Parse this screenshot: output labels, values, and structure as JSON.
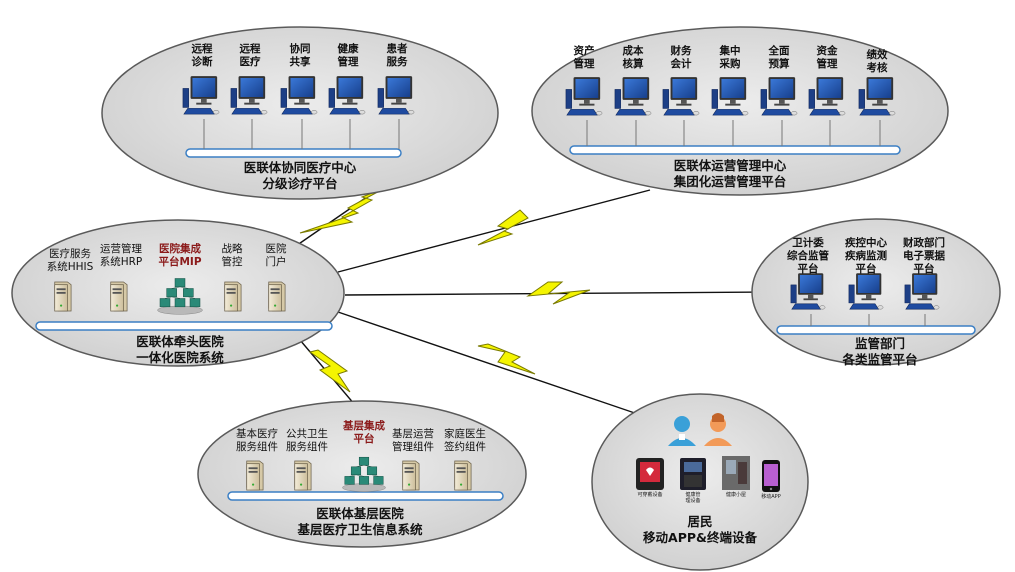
{
  "top_left": {
    "labels": [
      "远程\n诊断",
      "远程\n医疗",
      "协同\n共享",
      "健康\n管理",
      "患者\n服务"
    ],
    "caption": "医联体协同医疗中心\n分级诊疗平台"
  },
  "top_right": {
    "labels": [
      "资产\n管理",
      "成本\n核算",
      "财务\n会计",
      "集中\n采购",
      "全面\n预算",
      "资金\n管理",
      "绩效\n考核"
    ],
    "caption": "医联体运营管理中心\n集团化运营管理平台"
  },
  "hub": {
    "labels": [
      "医疗服务\n系统HHIS",
      "运营管理\n系统HRP",
      "医院集成\n平台MIP",
      "战略\n管控",
      "医院\n门户"
    ],
    "caption": "医联体牵头医院\n一体化医院系统"
  },
  "right": {
    "labels": [
      "卫计委\n综合监管\n平台",
      "疾控中心\n疾病监测\n平台",
      "财政部门\n电子票据\n平台"
    ],
    "caption": "监管部门\n各类监管平台"
  },
  "bottom_left": {
    "labels": [
      "基本医疗\n服务组件",
      "公共卫生\n服务组件",
      "基层集成\n平台",
      "基层运营\n管理组件",
      "家庭医生\n签约组件"
    ],
    "caption": "医联体基层医院\n基层医疗卫生信息系统"
  },
  "bottom_right": {
    "device_labels": [
      "可穿戴设备",
      "健康管\n理设备",
      "健康小屋",
      "移动APP"
    ],
    "caption": "居民\n移动APP&终端设备"
  },
  "colors": {
    "ellipse_fill": "#dedede",
    "ellipse_stroke": "#5a5a5a",
    "bus_stroke": "#3b7fc4",
    "bolt_fill": "#f4f400",
    "monitor_blue": "#2257b4",
    "server_beige": "#e4d8bc",
    "platform_green": "#2a8a78",
    "title_red": "#8b1a1a"
  }
}
